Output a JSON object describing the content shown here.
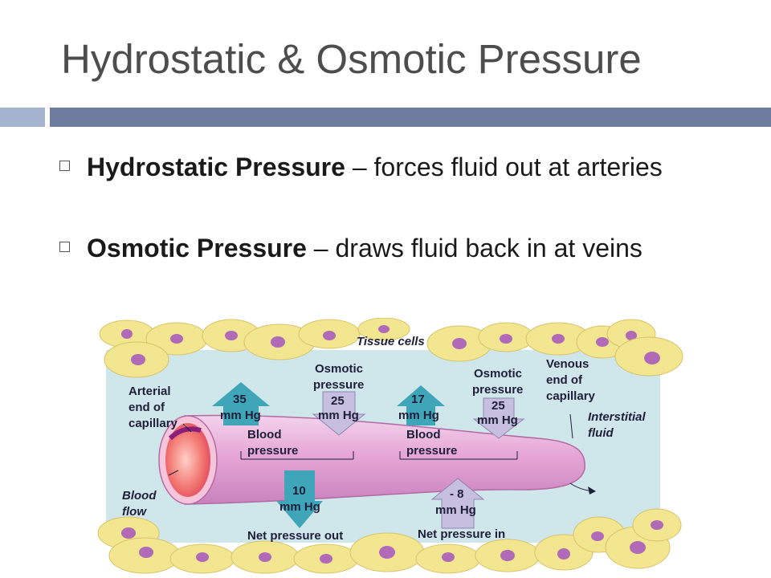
{
  "slide": {
    "title": "Hydrostatic & Osmotic Pressure"
  },
  "bullets": [
    {
      "term": "Hydrostatic Pressure",
      "rest": " – forces fluid out at arteries"
    },
    {
      "term": "Osmotic Pressure",
      "rest": " – draws fluid back in at veins"
    }
  ],
  "diagram": {
    "tissue_cells": "Tissue cells",
    "arterial_end": [
      "Arterial",
      "end of",
      "capillary"
    ],
    "venous_end": [
      "Venous",
      "end of",
      "capillary"
    ],
    "interstitial": [
      "Interstitial",
      "fluid"
    ],
    "blood_flow": [
      "Blood",
      "flow"
    ],
    "osmotic_1": [
      "Osmotic",
      "pressure"
    ],
    "osmotic_2": [
      "Osmotic",
      "pressure"
    ],
    "bp_1_value": [
      "35",
      "mm Hg"
    ],
    "op_1_value": [
      "25",
      "mm Hg"
    ],
    "bp_2_value": [
      "17",
      "mm Hg"
    ],
    "op_2_value": [
      "25",
      "mm Hg"
    ],
    "blood_pressure_1": [
      "Blood",
      "pressure"
    ],
    "blood_pressure_2": [
      "Blood",
      "pressure"
    ],
    "net_out_value": [
      "10",
      "mm Hg"
    ],
    "net_in_value": [
      "- 8",
      "mm Hg"
    ],
    "net_out_label": "Net pressure out",
    "net_in_label": "Net pressure in",
    "colors": {
      "cell_fill": "#f3e690",
      "nucleus": "#b06ab8",
      "interstitial_bg": "#cfe7ea",
      "capillary": "#e6a6d6",
      "up_arrow": "#3ea6b8",
      "osmotic_arrow": "#c7bfe0"
    }
  }
}
